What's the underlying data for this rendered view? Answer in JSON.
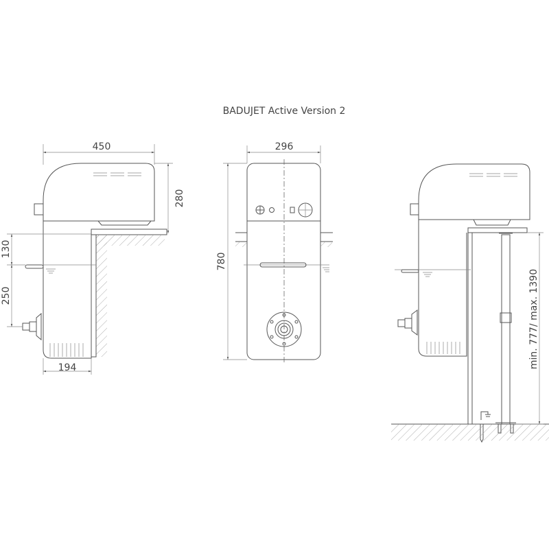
{
  "title": "BADUJET Active Version 2",
  "side_view": {
    "width": "450",
    "housing_height": "280",
    "depth_above_water": "130",
    "outlet_depth": "250",
    "bottom_width": "194"
  },
  "front_view": {
    "width": "296",
    "height": "780"
  },
  "stand_view": {
    "stand_height": "min. 777/ max. 1390"
  }
}
